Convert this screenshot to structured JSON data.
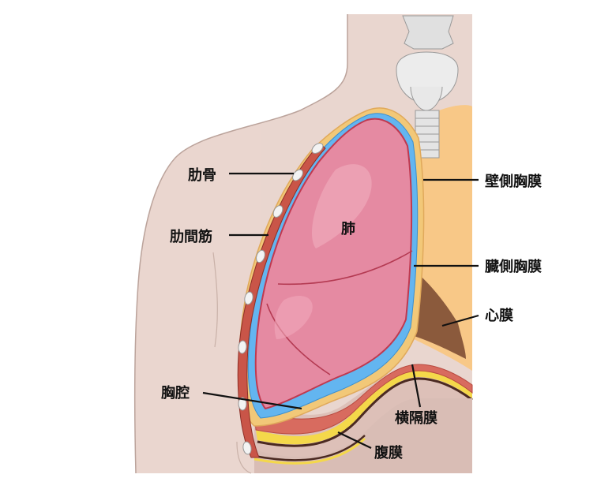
{
  "diagram": {
    "labels": {
      "rib": "肋骨",
      "intercostal": "肋間筋",
      "pleural_cavity": "胸腔",
      "lung": "肺",
      "parietal_pleura": "壁側胸膜",
      "visceral_pleura": "臓側胸膜",
      "pericardium": "心膜",
      "diaphragm": "横隔膜",
      "peritoneum": "腹膜"
    },
    "colors": {
      "skin": "#e9d3cc",
      "lung": "#e58aa2",
      "pleural_space": "#63b5f0",
      "pleura_outline": "#f2c878",
      "heart": "#f8c887",
      "pericardium": "#8b5a3c",
      "diaphragm_muscle": "#d86b5f",
      "peritoneum": "#f4d84a",
      "rib": "#f3f3f3",
      "bone": "#e8e8e8"
    }
  }
}
